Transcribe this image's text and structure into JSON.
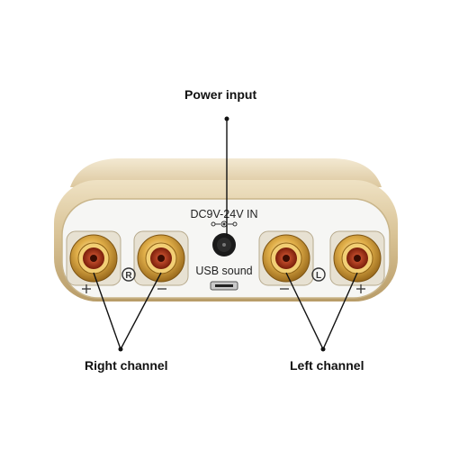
{
  "callouts": {
    "power_input": "Power input",
    "right_channel": "Right channel",
    "left_channel": "Left channel"
  },
  "panel": {
    "dc_label": "DC9V-24V IN",
    "usb_label": "USB sound",
    "right_marker": "R",
    "left_marker": "L"
  },
  "colors": {
    "housing_gold": "#d8c193",
    "panel_white": "#f6f6f4",
    "rca_gold": "#d7a640",
    "rca_center": "#c2411b"
  }
}
